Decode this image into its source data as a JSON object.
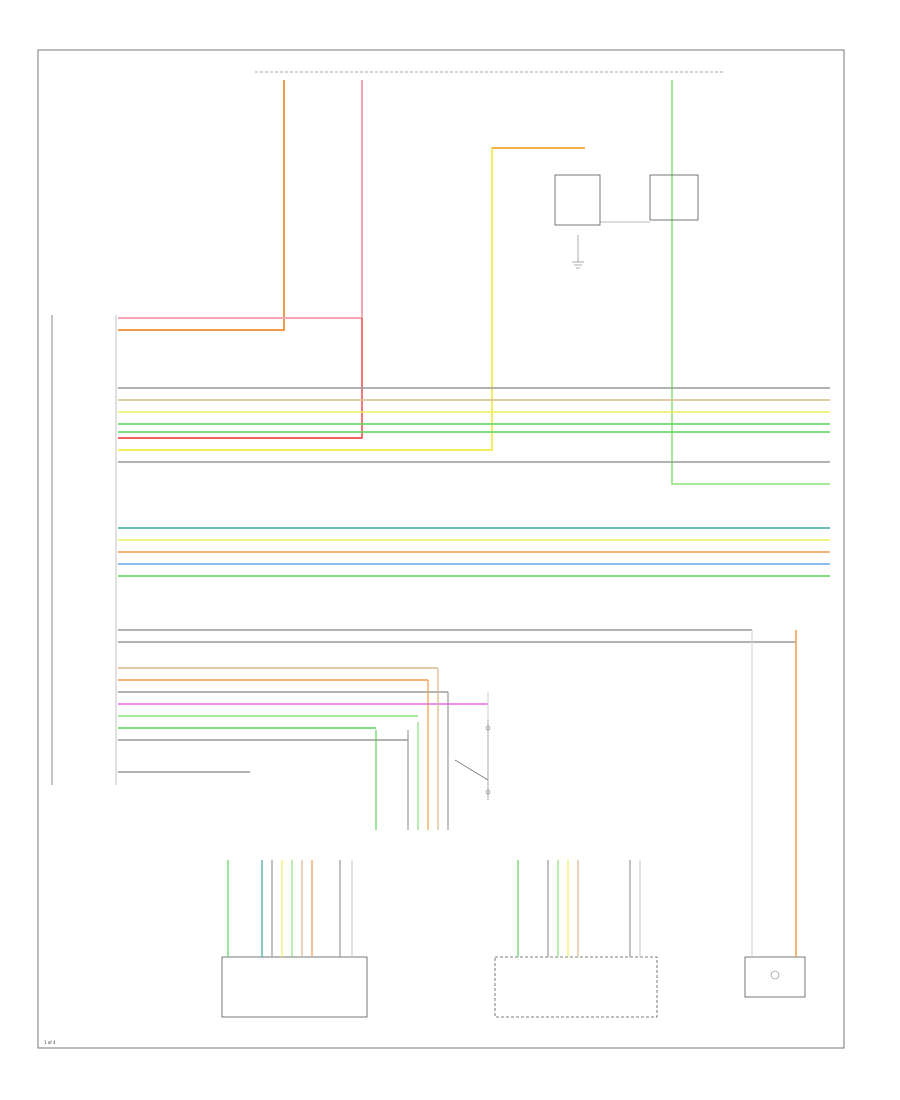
{
  "diagram": {
    "page_number": "1 of 4",
    "colors": {
      "red": "#f04a4a",
      "pink": "#f7a7b4",
      "orange": "#f59a4a",
      "yellow": "#f2ef5a",
      "green": "#58d45a",
      "light_green": "#8be07a",
      "blue": "#6aa6e8",
      "teal": "#3aa9a0",
      "magenta": "#e86ae8",
      "gray": "#9a9a9a",
      "tan": "#d8b98a",
      "wire_white": "#cfcfcf"
    },
    "main_harness_wires": [
      {
        "color": "red"
      },
      {
        "color": "pink"
      },
      {
        "color": "orange"
      },
      {
        "color": "gray"
      },
      {
        "color": "tan"
      },
      {
        "color": "yellow"
      },
      {
        "color": "green"
      },
      {
        "color": "green"
      },
      {
        "color": "red"
      },
      {
        "color": "yellow"
      },
      {
        "color": "gray"
      },
      {
        "color": "teal"
      },
      {
        "color": "yellow"
      },
      {
        "color": "orange"
      },
      {
        "color": "blue"
      },
      {
        "color": "green"
      },
      {
        "color": "gray"
      },
      {
        "color": "gray"
      },
      {
        "color": "tan"
      },
      {
        "color": "orange"
      },
      {
        "color": "gray"
      },
      {
        "color": "magenta"
      },
      {
        "color": "light_green"
      },
      {
        "color": "green"
      },
      {
        "color": "gray"
      },
      {
        "color": "gray"
      }
    ]
  }
}
